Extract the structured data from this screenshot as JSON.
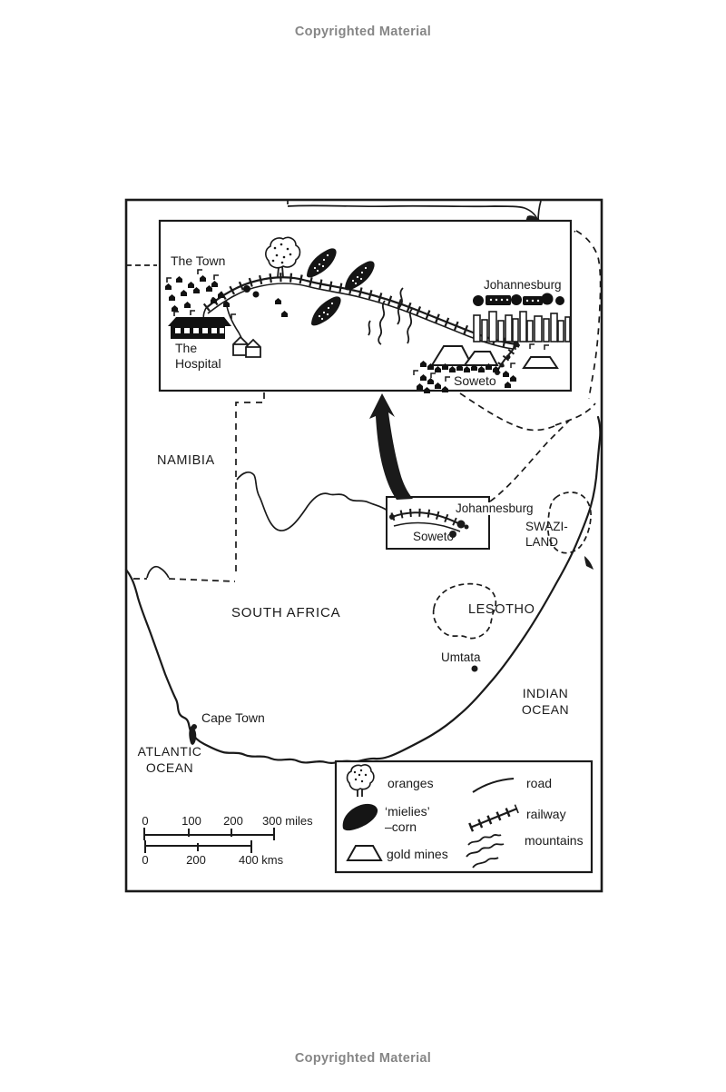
{
  "page": {
    "copyright": "Copyrighted Material"
  },
  "inset": {
    "town": "The Town",
    "hospital_1": "The",
    "hospital_2": "Hospital",
    "johannesburg": "Johannesburg",
    "soweto": "Soweto"
  },
  "main_map": {
    "namibia": "NAMIBIA",
    "south_africa": "SOUTH AFRICA",
    "lesotho": "LESOTHO",
    "swaziland_1": "SWAZI-",
    "swaziland_2": "LAND",
    "johannesburg": "Johannesburg",
    "soweto": "Soweto",
    "umtata": "Umtata",
    "cape_town": "Cape Town",
    "atlantic_1": "ATLANTIC",
    "atlantic_2": "OCEAN",
    "indian_1": "INDIAN",
    "indian_2": "OCEAN"
  },
  "scale_bar": {
    "miles": {
      "t0": "0",
      "t1": "100",
      "t2": "200",
      "t3": "300 miles"
    },
    "kms": {
      "t0": "0",
      "t1": "200",
      "t2": "400 kms"
    }
  },
  "legend": {
    "oranges": "oranges",
    "mielies_1": "‘mielies’",
    "mielies_2": "–corn",
    "gold_mines": "gold mines",
    "road": "road",
    "railway": "railway",
    "mountains": "mountains",
    "icons": [
      "orange-tree-icon",
      "mielies-corn-icon",
      "gold-mine-icon",
      "road-icon",
      "railway-icon",
      "mountains-icon"
    ]
  },
  "colors": {
    "ink": "#1a1a1a",
    "copyright_gray": "#868686",
    "paper": "#ffffff"
  }
}
